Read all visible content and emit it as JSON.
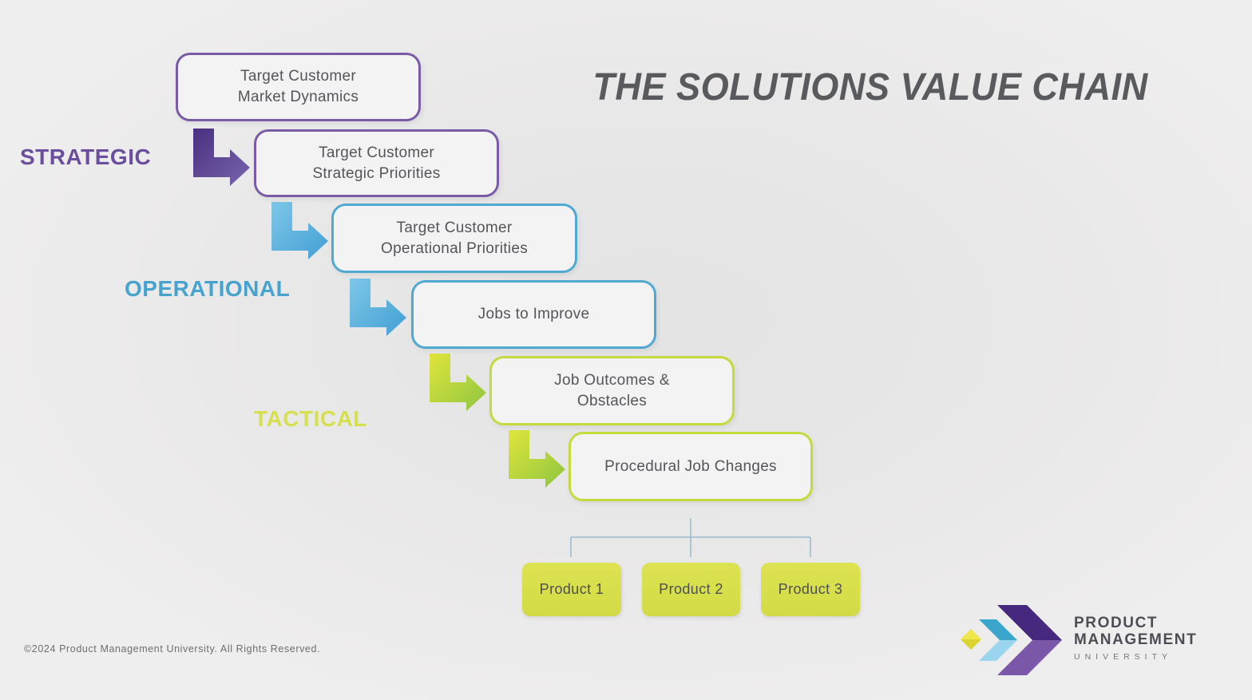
{
  "title": "THE SOLUTIONS VALUE CHAIN",
  "tiers": [
    {
      "id": "strategic",
      "label": "STRATEGIC",
      "color": "#6b4f9e"
    },
    {
      "id": "operational",
      "label": "OPERATIONAL",
      "color": "#45a3ce"
    },
    {
      "id": "tactical",
      "label": "TACTICAL",
      "color": "#d6e04f"
    }
  ],
  "boxes": [
    {
      "label": "Target Customer\nMarket Dynamics",
      "tier": "strategic"
    },
    {
      "label": "Target Customer\nStrategic Priorities",
      "tier": "strategic"
    },
    {
      "label": "Target Customer\nOperational Priorities",
      "tier": "operational"
    },
    {
      "label": "Jobs to Improve",
      "tier": "operational"
    },
    {
      "label": "Job Outcomes &\nObstacles",
      "tier": "tactical"
    },
    {
      "label": "Procedural Job Changes",
      "tier": "tactical"
    }
  ],
  "products": [
    {
      "label": "Product 1"
    },
    {
      "label": "Product 2"
    },
    {
      "label": "Product 3"
    }
  ],
  "footer": {
    "copyright": "©2024 Product Management University. All Rights Reserved."
  },
  "logo": {
    "line1": "PRODUCT",
    "line2": "MANAGEMENT",
    "line3": "UNIVERSITY"
  },
  "colors": {
    "purple_border": "#7a5ba5",
    "blue_border": "#4fa9d0",
    "green_border": "#c6da3e",
    "product_fill": "#d9e04e",
    "title_text": "#595a5e",
    "box_text": "#54555a",
    "connector_line": "#8cb2c8",
    "background": "#e9e8e8"
  }
}
